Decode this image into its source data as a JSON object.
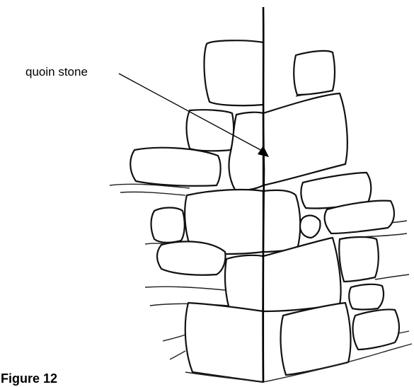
{
  "labels": {
    "callout": "quoin stone",
    "caption": "Figure 12"
  },
  "drawing": {
    "subject": "stone wall corner with quoin stones",
    "line_color": "#000000",
    "background": "#ffffff",
    "icons": [
      "arrowhead-icon"
    ]
  }
}
